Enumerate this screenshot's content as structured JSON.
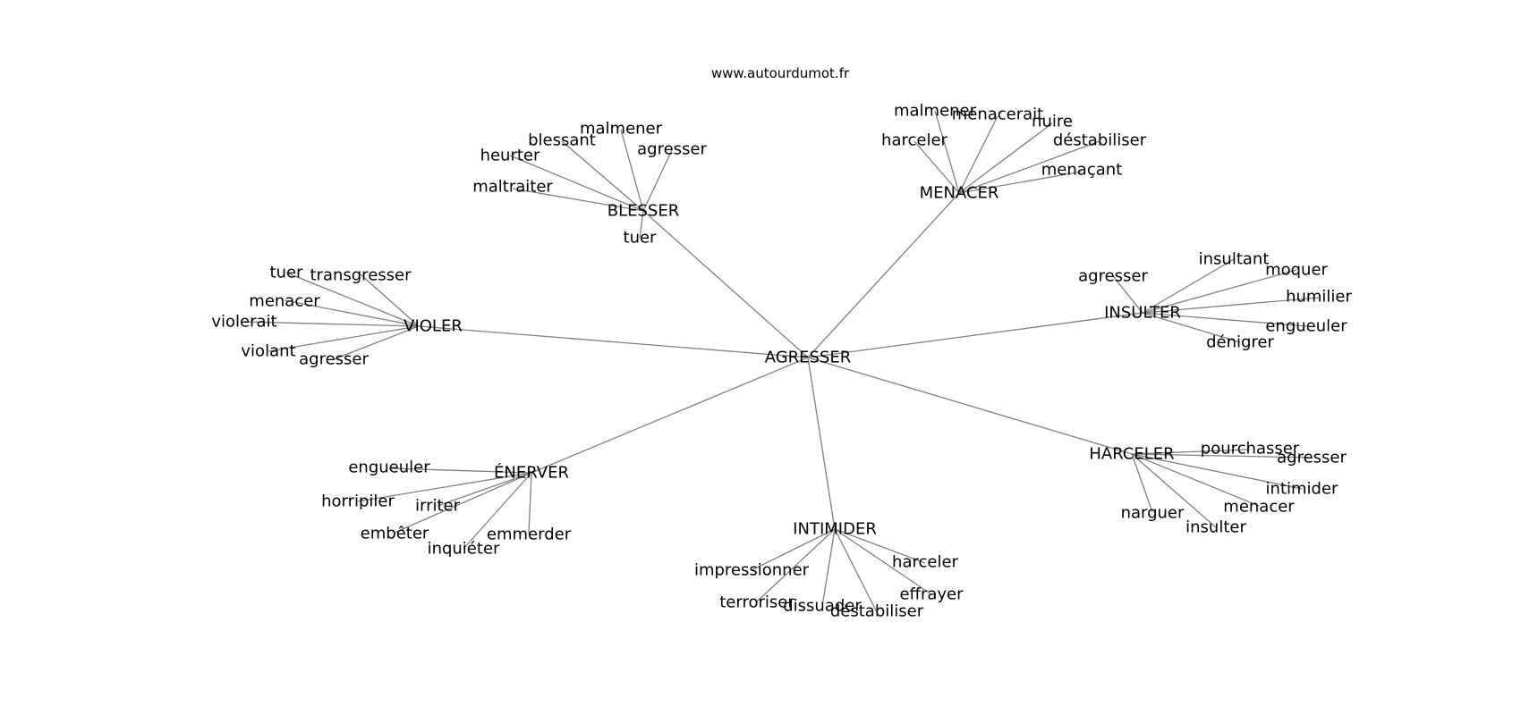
{
  "source": "www.autourdumot.fr",
  "root": "AGRESSER",
  "groups": [
    {
      "key": "blesser",
      "label": "BLESSER",
      "words": [
        "malmener",
        "blessant",
        "agresser",
        "heurter",
        "maltraiter",
        "tuer"
      ]
    },
    {
      "key": "menacer",
      "label": "MENACER",
      "words": [
        "malmener",
        "menacerait",
        "nuire",
        "harceler",
        "déstabiliser",
        "menaçant"
      ]
    },
    {
      "key": "violer",
      "label": "VIOLER",
      "words": [
        "tuer",
        "transgresser",
        "menacer",
        "violerait",
        "violant",
        "agresser"
      ]
    },
    {
      "key": "insulter",
      "label": "INSULTER",
      "words": [
        "insultant",
        "agresser",
        "moquer",
        "humilier",
        "engueuler",
        "dénigrer"
      ]
    },
    {
      "key": "harceler",
      "label": "HARCELER",
      "words": [
        "pourchasser",
        "agresser",
        "intimider",
        "menacer",
        "narguer",
        "insulter"
      ]
    },
    {
      "key": "intimider",
      "label": "INTIMIDER",
      "words": [
        "impressionner",
        "harceler",
        "effrayer",
        "terroriser",
        "dissuader",
        "déstabiliser"
      ]
    },
    {
      "key": "enerver",
      "label": "ÉNERVER",
      "words": [
        "engueuler",
        "horripiler",
        "irriter",
        "embêter",
        "emmerder",
        "inquiéter"
      ]
    }
  ]
}
